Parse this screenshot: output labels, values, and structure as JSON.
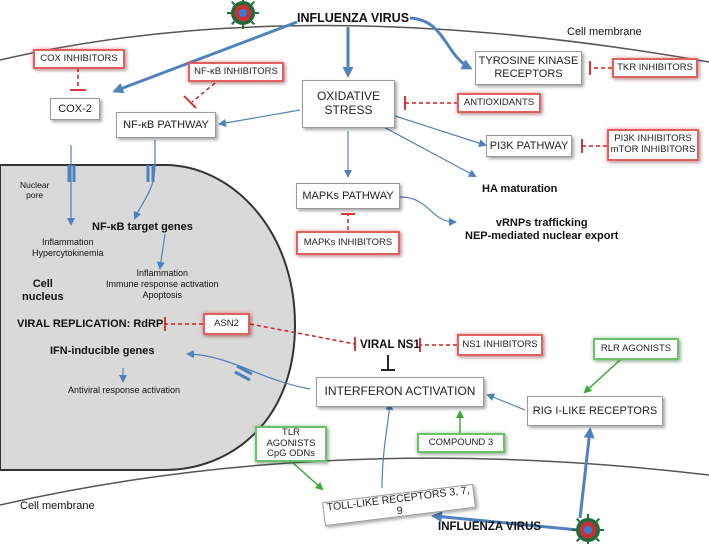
{
  "labels": {
    "influenza_top": "INFLUENZA VIRUS",
    "influenza_bottom": "INFLUENZA VIRUS",
    "cell_membrane_top": "Cell membrane",
    "cell_membrane_bottom": "Cell membrane",
    "nuclear_pore": "Nuclear\npore",
    "cell_nucleus": "Cell\nnucleus",
    "ha_maturation": "HA maturation",
    "vrnps": "vRNPs trafficking\nNEP-mediated nuclear export",
    "nfkb_targets": "NF-κB target genes",
    "inflammation_1": "Inflammation\nHypercytokinemia",
    "inflammation_2": "Inflammation\nImmune response activation\nApoptosis",
    "viral_replication": "VIRAL REPLICATION: RdRP",
    "ifn_genes": "IFN-inducible genes",
    "antiviral": "Antiviral response activation",
    "viral_ns1": "VIRAL NS1"
  },
  "boxes": {
    "cox2": "COX-2",
    "nfkb_pathway": "NF-κB PATHWAY",
    "oxidative_stress": "OXIDATIVE\nSTRESS",
    "tyrosine_kinase": "TYROSINE KINASE\nRECEPTORS",
    "pi3k_pathway": "PI3K PATHWAY",
    "mapks_pathway": "MAPKs PATHWAY",
    "interferon_activation": "INTERFERON ACTIVATION",
    "rig_receptors": "RIG I-LIKE RECEPTORS",
    "toll_receptors": "TOLL-LIKE RECEPTORS 3, 7, 9"
  },
  "inhibitors": {
    "cox": "COX  INHIBITORS",
    "nfkb": "NF-κB  INHIBITORS",
    "antioxidants": "ANTIOXIDANTS",
    "tkr": "TKR INHIBITORS",
    "pi3k": "PI3K INHIBITORS\nmTOR INHIBITORS",
    "mapks": "MAPKs  INHIBITORS",
    "asn2": "ASN2",
    "ns1": "NS1 INHIBITORS"
  },
  "agonists": {
    "rlr": "RLR AGONISTS",
    "tlr": "TLR AGONISTS\nCpG ODNs",
    "compound3": "COMPOUND 3"
  },
  "colors": {
    "arrow_blue": "#4f81bd",
    "inhibitor_red": "#d42020",
    "agonist_green": "#3aaa35",
    "nucleus_fill": "#d9d9d9",
    "membrane": "#555555"
  },
  "icons": [
    "virus-icon"
  ]
}
